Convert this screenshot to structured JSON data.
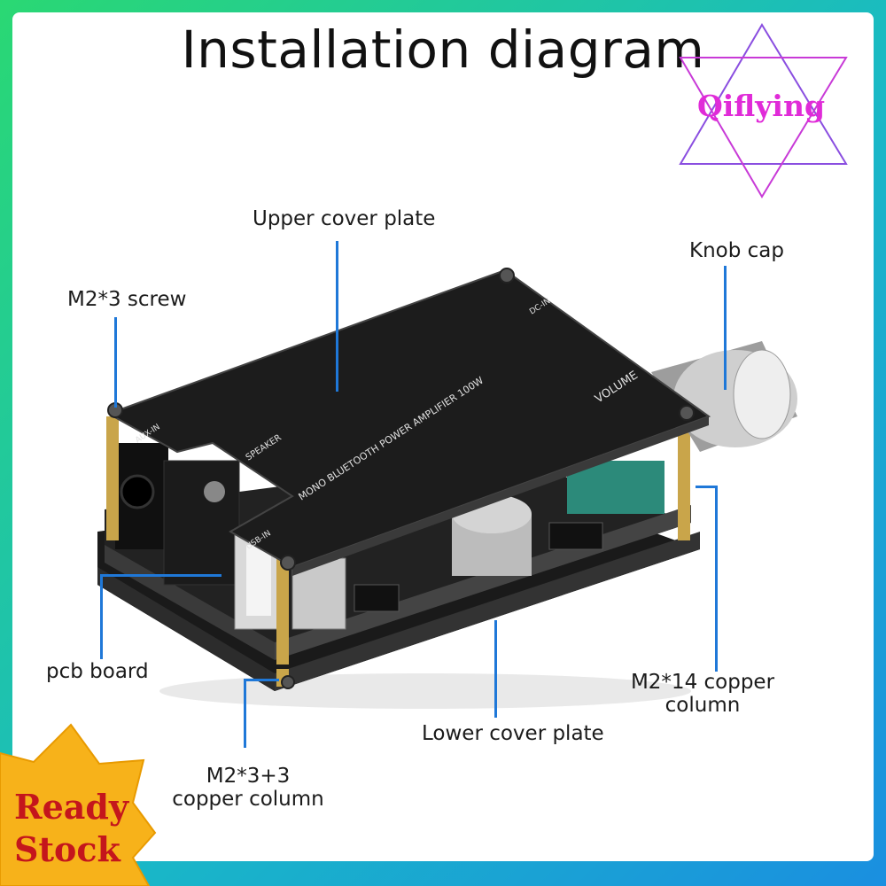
{
  "title": "Installation diagram",
  "logo": {
    "text": "Qiflying"
  },
  "badge": {
    "line1": "Ready",
    "line2": "Stock"
  },
  "labels": {
    "upper_cover": "Upper cover plate",
    "knob_cap": "Knob cap",
    "screw": "M2*3 screw",
    "pcb": "pcb board",
    "copper14_line1": "M2*14 copper",
    "copper14_line2": "column",
    "lower_cover": "Lower cover plate",
    "copper33_line1": "M2*3+3",
    "copper33_line2": "copper column"
  },
  "board_print": {
    "model": "MONO BLUETOOTH POWER AMPLIFIER 100W",
    "volume": "VOLUME",
    "speaker": "SPEAKER",
    "usb": "USB-IN",
    "aux": "AUX-IN",
    "dc": "DC-IN"
  },
  "colors": {
    "frame": "#1fc59a",
    "leader": "#1f78d8",
    "logo": "#e02bd8",
    "badge": "#f7b21a"
  }
}
